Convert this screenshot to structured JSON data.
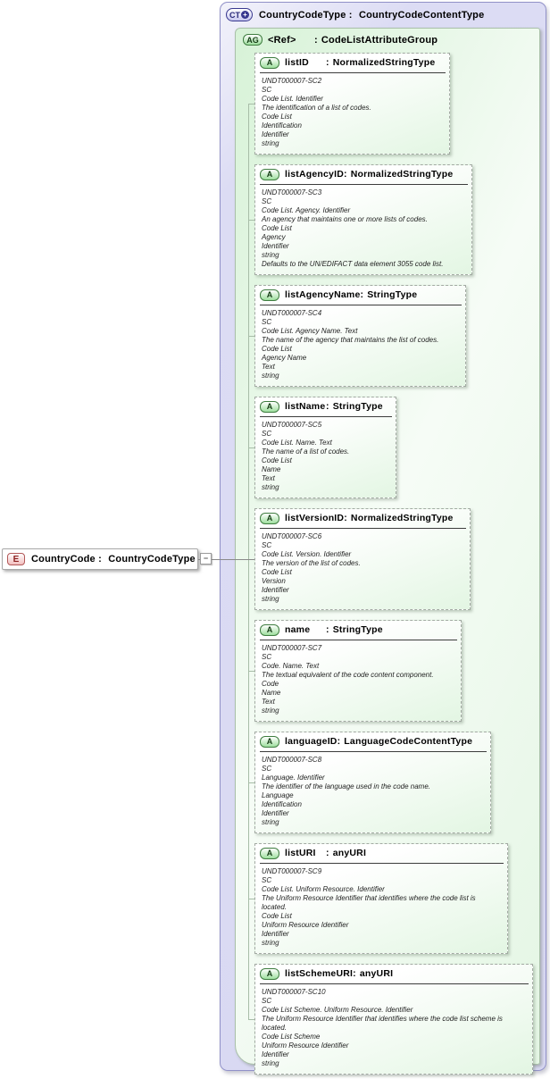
{
  "sep": ":",
  "icons": {
    "plus": "+",
    "collapse_minus": "−"
  },
  "element": {
    "badge": "E",
    "name": "CountryCode",
    "type": "CountryCodeType"
  },
  "complex_type": {
    "badge": "CT",
    "name": "CountryCodeType",
    "type": "CountryCodeContentType"
  },
  "attribute_group": {
    "badge": "AG",
    "ref_label": "<Ref>",
    "type": "CodeListAttributeGroup"
  },
  "attributes": [
    {
      "badge": "A",
      "name": "listID",
      "type": "NormalizedStringType",
      "annotations": [
        "UNDT000007-SC2",
        "SC",
        "Code List. Identifier",
        "The identification of a list of codes.",
        "Code List",
        "Identification",
        "Identifier",
        "string"
      ]
    },
    {
      "badge": "A",
      "name": "listAgencyID",
      "type": "NormalizedStringType",
      "annotations": [
        "UNDT000007-SC3",
        "SC",
        "Code List. Agency. Identifier",
        "An agency that maintains one or more lists of codes.",
        "Code List",
        "Agency",
        "Identifier",
        "string",
        "Defaults to the UN/EDIFACT data element 3055 code list."
      ]
    },
    {
      "badge": "A",
      "name": "listAgencyName",
      "type": "StringType",
      "annotations": [
        "UNDT000007-SC4",
        "SC",
        "Code List. Agency Name. Text",
        "The name of the agency that maintains the list of codes.",
        "Code List",
        "Agency Name",
        "Text",
        "string"
      ]
    },
    {
      "badge": "A",
      "name": "listName",
      "type": "StringType",
      "annotations": [
        "UNDT000007-SC5",
        "SC",
        "Code List. Name. Text",
        "The name of a list of codes.",
        "Code List",
        "Name",
        "Text",
        "string"
      ]
    },
    {
      "badge": "A",
      "name": "listVersionID",
      "type": "NormalizedStringType",
      "annotations": [
        "UNDT000007-SC6",
        "SC",
        "Code List. Version. Identifier",
        "The version of the list of codes.",
        "Code List",
        "Version",
        "Identifier",
        "string"
      ]
    },
    {
      "badge": "A",
      "name": "name",
      "type": "StringType",
      "annotations": [
        "UNDT000007-SC7",
        "SC",
        "Code. Name. Text",
        "The textual equivalent of the code content component.",
        "Code",
        "Name",
        "Text",
        "string"
      ]
    },
    {
      "badge": "A",
      "name": "languageID",
      "type": "LanguageCodeContentType",
      "annotations": [
        "UNDT000007-SC8",
        "SC",
        "Language. Identifier",
        "The identifier of the language used in the code name.",
        "Language",
        "Identification",
        "Identifier",
        "string"
      ]
    },
    {
      "badge": "A",
      "name": "listURI",
      "type": "anyURI",
      "annotations": [
        "UNDT000007-SC9",
        "SC",
        "Code List. Uniform Resource. Identifier",
        "The Uniform Resource Identifier that identifies where the code list is located.",
        "Code List",
        "Uniform Resource Identifier",
        "Identifier",
        "string"
      ]
    },
    {
      "badge": "A",
      "name": "listSchemeURI",
      "type": "anyURI",
      "annotations": [
        "UNDT000007-SC10",
        "SC",
        "Code List Scheme. Uniform Resource. Identifier",
        "The Uniform Resource Identifier that identifies where the code list scheme is located.",
        "Code List Scheme",
        "Uniform Resource Identifier",
        "Identifier",
        "string"
      ]
    }
  ],
  "colors": {
    "accent_blue": "#38388f",
    "badge_blue_fill": "#c8c8ef",
    "container_lavender": "#dcdcf4",
    "container_border": "#9191c8",
    "green_fill": "#ddf5dd",
    "green_badge_border": "#3f7d40",
    "green_badge_fill": "#9ede9e",
    "red_badge_border": "#b25858",
    "red_badge_fill": "#f2bebe",
    "red_badge_text": "#8c1f1f",
    "box_border_dash": "#a3aaa3",
    "connector": "#8a8a8a",
    "guide": "#a8bda8"
  }
}
